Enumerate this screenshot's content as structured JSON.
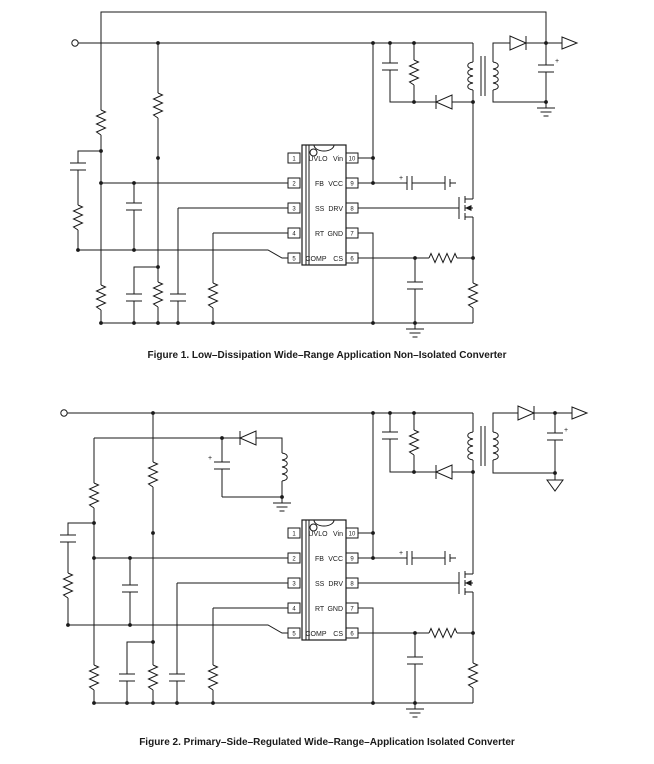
{
  "figures": [
    {
      "caption": "Figure 1. Low–Dissipation Wide–Range Application Non–Isolated Converter",
      "ic": {
        "left_pins": [
          {
            "num": "1",
            "name": "UVLO"
          },
          {
            "num": "2",
            "name": "FB"
          },
          {
            "num": "3",
            "name": "SS"
          },
          {
            "num": "4",
            "name": "RT"
          },
          {
            "num": "5",
            "name": "COMP"
          }
        ],
        "right_pins": [
          {
            "num": "10",
            "name": "Vin"
          },
          {
            "num": "9",
            "name": "VCC"
          },
          {
            "num": "8",
            "name": "DRV"
          },
          {
            "num": "7",
            "name": "GND"
          },
          {
            "num": "6",
            "name": "CS"
          }
        ]
      }
    },
    {
      "caption": "Figure 2. Primary–Side–Regulated Wide–Range–Application Isolated Converter",
      "ic": {
        "left_pins": [
          {
            "num": "1",
            "name": "UVLO"
          },
          {
            "num": "2",
            "name": "FB"
          },
          {
            "num": "3",
            "name": "SS"
          },
          {
            "num": "4",
            "name": "RT"
          },
          {
            "num": "5",
            "name": "COMP"
          }
        ],
        "right_pins": [
          {
            "num": "10",
            "name": "Vin"
          },
          {
            "num": "9",
            "name": "VCC"
          },
          {
            "num": "8",
            "name": "DRV"
          },
          {
            "num": "7",
            "name": "GND"
          },
          {
            "num": "6",
            "name": "CS"
          }
        ]
      }
    }
  ],
  "symbols": {
    "plus": "+"
  },
  "colors": {
    "line": "#1a1a1a",
    "background": "#ffffff"
  }
}
